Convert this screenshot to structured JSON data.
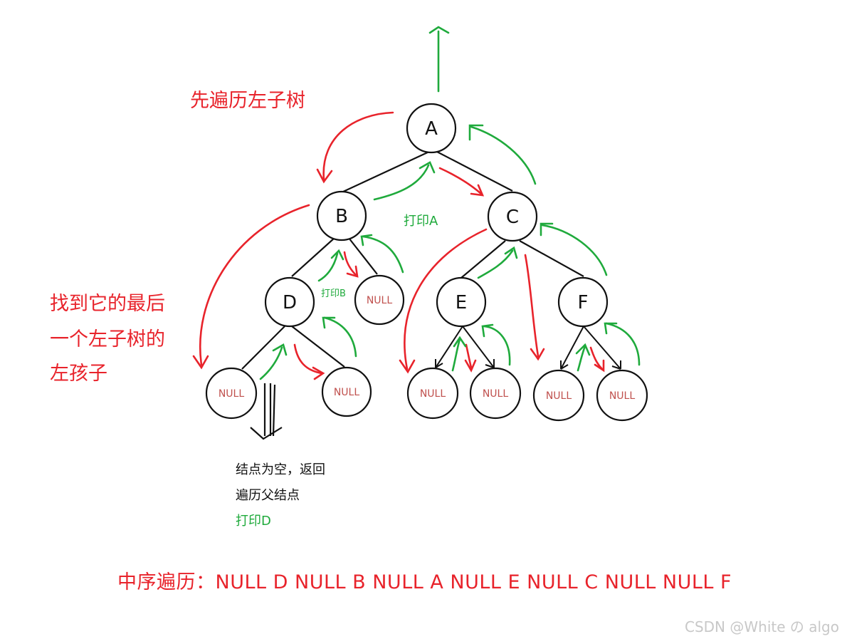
{
  "annotations": {
    "left_subtree_first": "先遍历左子树",
    "find_last_left_line1": "找到它的最后",
    "find_last_left_line2": "一个左子树的",
    "find_last_left_line3": "左孩子",
    "print_a": "打印A",
    "print_b": "打印B",
    "note_line1": "结点为空，返回",
    "note_line2": "遍历父结点",
    "note_line3": "打印D"
  },
  "nodes": {
    "a": "A",
    "b": "B",
    "c": "C",
    "d": "D",
    "e": "E",
    "f": "F",
    "null_label": "NULL"
  },
  "traversal": {
    "label": "中序遍历：",
    "sequence": "NULL  D  NULL  B  NULL  A  NULL  E  NULL  C  NULL  NULL  F"
  },
  "watermark": "CSDN @White の algo",
  "colors": {
    "red": "#e8232b",
    "green": "#1faa3c",
    "black": "#111111",
    "null_text": "#c0504d"
  }
}
